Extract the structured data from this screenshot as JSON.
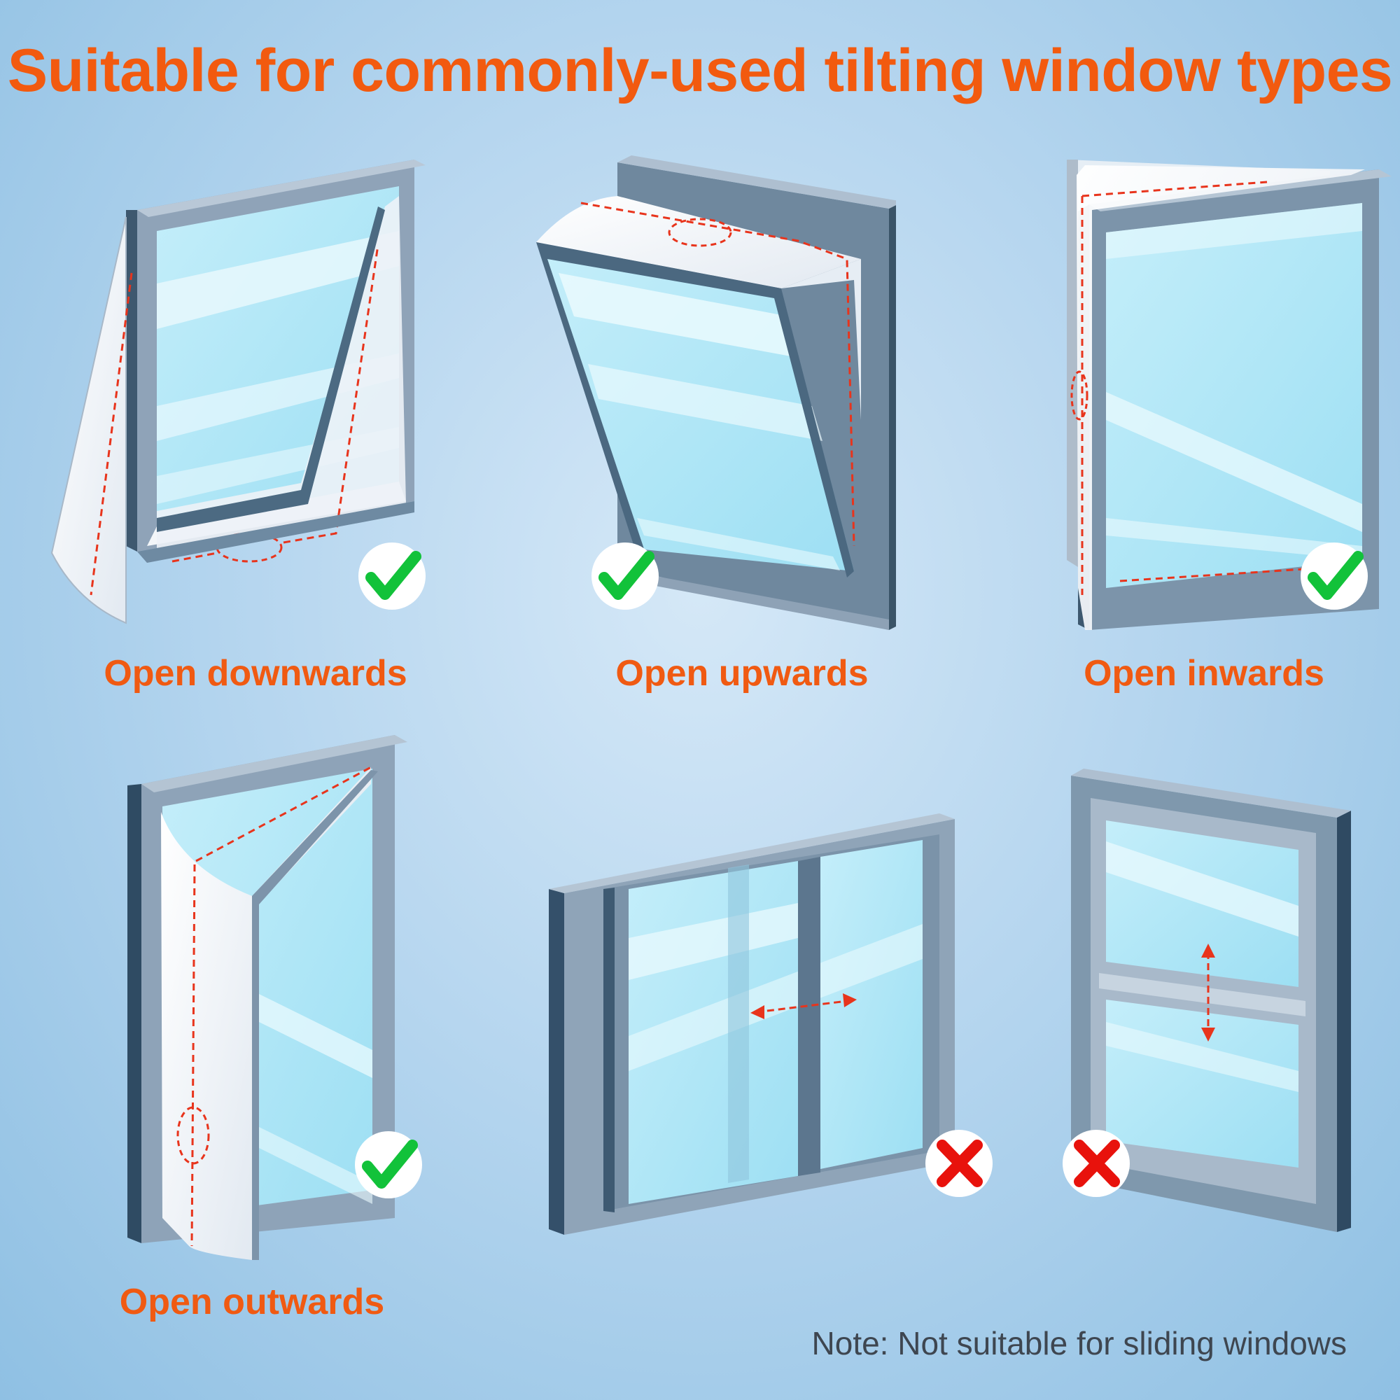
{
  "title": "Suitable for commonly-used tilting window types",
  "windows": [
    {
      "id": "downwards",
      "label": "Open downwards",
      "suitable": true
    },
    {
      "id": "upwards",
      "label": "Open upwards",
      "suitable": true
    },
    {
      "id": "inwards",
      "label": "Open inwards",
      "suitable": true
    },
    {
      "id": "outwards",
      "label": "Open outwards",
      "suitable": true
    },
    {
      "id": "sliding-horizontal",
      "label": "",
      "suitable": false
    },
    {
      "id": "sliding-vertical",
      "label": "",
      "suitable": false
    }
  ],
  "note": "Note: Not suitable for sliding windows",
  "colors": {
    "accent": "#f25a0f",
    "check": "#12c23a",
    "cross": "#e8120c",
    "frame_dark": "#3c5870",
    "frame_light": "#9fb2c6",
    "glass": "#aee6f7",
    "seal_line": "#e8341c"
  },
  "icons": [
    "check-icon",
    "cross-icon",
    "double-arrow-icon"
  ]
}
